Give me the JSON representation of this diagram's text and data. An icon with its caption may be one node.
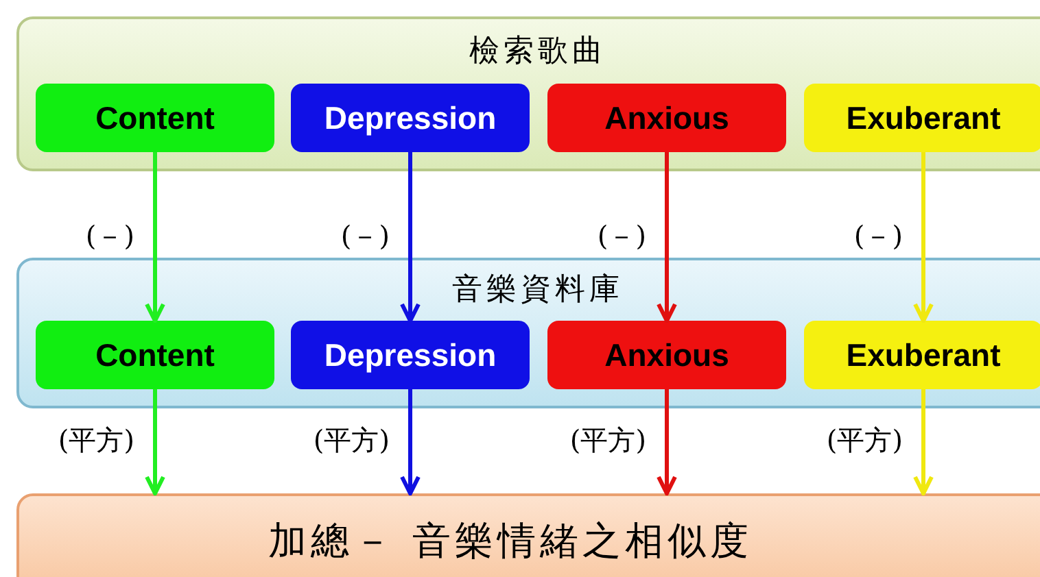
{
  "diagram": {
    "nodes": [
      {
        "text": [
          "檢索歌曲"
        ]
      },
      {
        "text": [
          "Content"
        ],
        "in": 0
      },
      {
        "text": [
          "Depression"
        ],
        "in": 0
      },
      {
        "text": [
          "Anxious"
        ],
        "in": 0
      },
      {
        "text": [
          "Exuberant"
        ],
        "in": 0
      },
      {
        "text": [
          "音樂資料庫"
        ]
      },
      {
        "text": [
          "Content"
        ],
        "in": 5
      },
      {
        "text": [
          "Depression"
        ],
        "in": 5
      },
      {
        "text": [
          "Anxious"
        ],
        "in": 5
      },
      {
        "text": [
          "Exuberant"
        ],
        "in": 5
      },
      {
        "text": [
          "加總－ 音樂情緒之相似度"
        ]
      }
    ],
    "edges": [
      {
        "from": 1,
        "to": 6,
        "arrow": "to",
        "label": "(－)",
        "color": "#22ee22"
      },
      {
        "from": 2,
        "to": 7,
        "arrow": "to",
        "label": "(－)",
        "color": "#1010e0"
      },
      {
        "from": 3,
        "to": 8,
        "arrow": "to",
        "label": "(－)",
        "color": "#e01010"
      },
      {
        "from": 4,
        "to": 9,
        "arrow": "to",
        "label": "(－)",
        "color": "#f0e810"
      },
      {
        "from": 6,
        "to": 10,
        "arrow": "to",
        "label": "(平方)",
        "color": "#22ee22"
      },
      {
        "from": 7,
        "to": 10,
        "arrow": "to",
        "label": "(平方)",
        "color": "#1010e0"
      },
      {
        "from": 8,
        "to": 10,
        "arrow": "to",
        "label": "(平方)",
        "color": "#e01010"
      },
      {
        "from": 9,
        "to": 10,
        "arrow": "to",
        "label": "(平方)",
        "color": "#f0e810"
      }
    ]
  }
}
